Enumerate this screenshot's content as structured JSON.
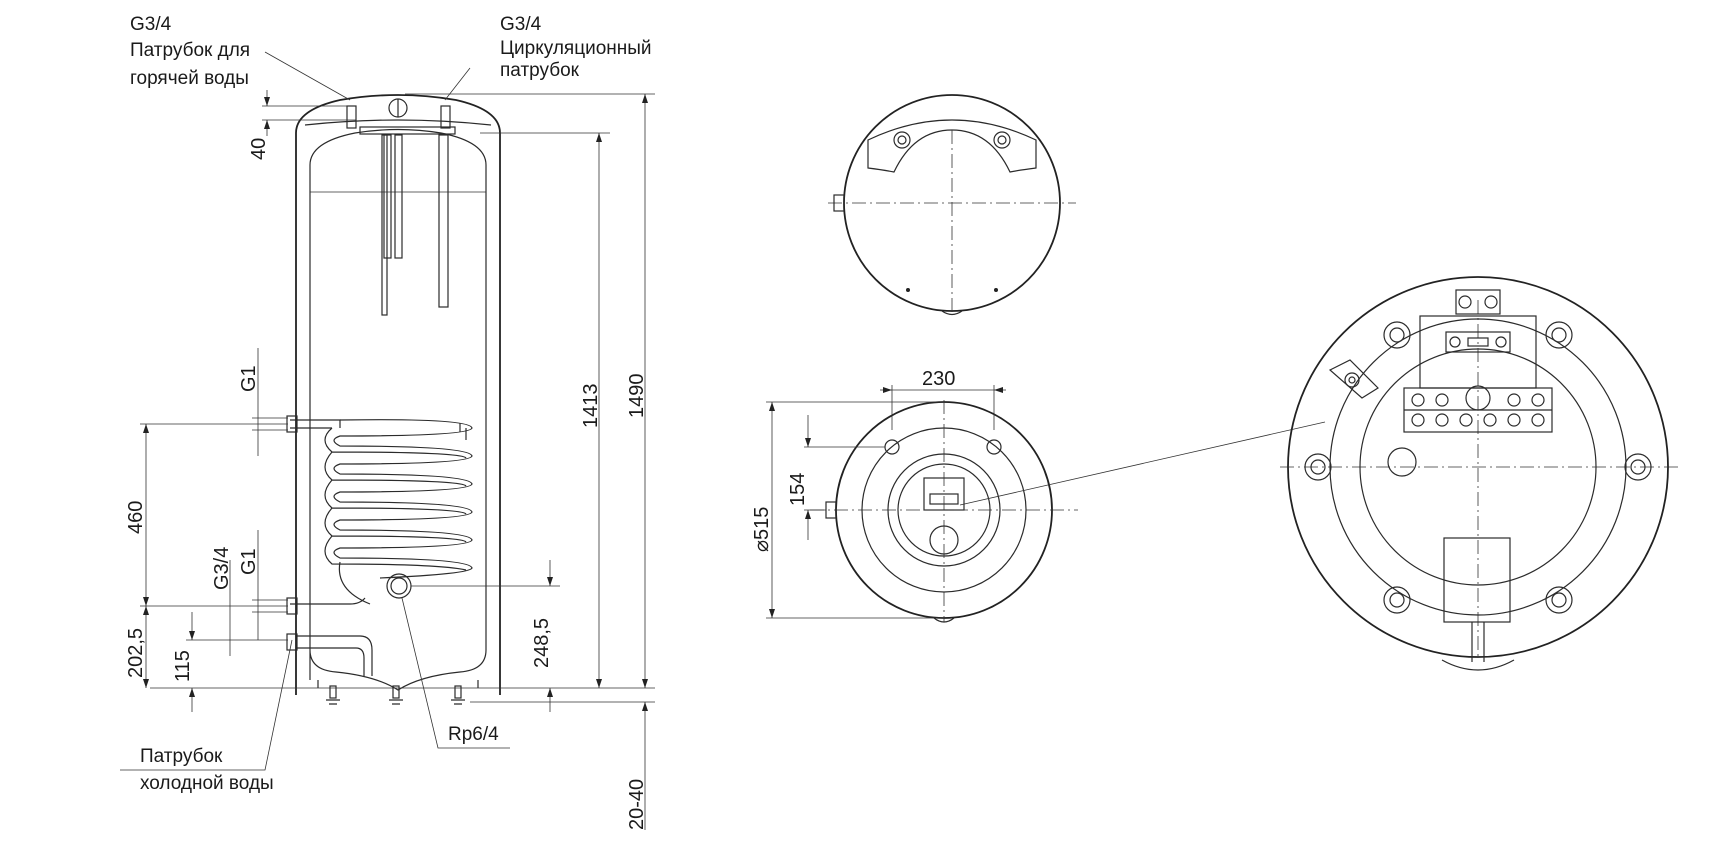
{
  "labels": {
    "hot_thread": "G3/4",
    "hot_line1": "Патрубок для",
    "hot_line2": "горячей воды",
    "circ_thread": "G3/4",
    "circ_line1": "Циркуляционный",
    "circ_line2": "патрубок",
    "cold_line1": "Патрубок",
    "cold_line2": "холодной воды",
    "rp": "Rp6/4"
  },
  "dimensions": {
    "top_offset": "40",
    "height_inner": "1413",
    "height_total": "1490",
    "coil_upper": "G1",
    "coil_lower": "G1",
    "circ_lower": "G3/4",
    "coil_span": "460",
    "cold_height": "202,5",
    "cold_low": "115",
    "rp_height": "248,5",
    "feet": "20-40",
    "spacing": "230",
    "offset_154": "154",
    "diameter": "⌀515"
  },
  "colors": {
    "line": "#2b2b2b",
    "background": "#ffffff"
  }
}
